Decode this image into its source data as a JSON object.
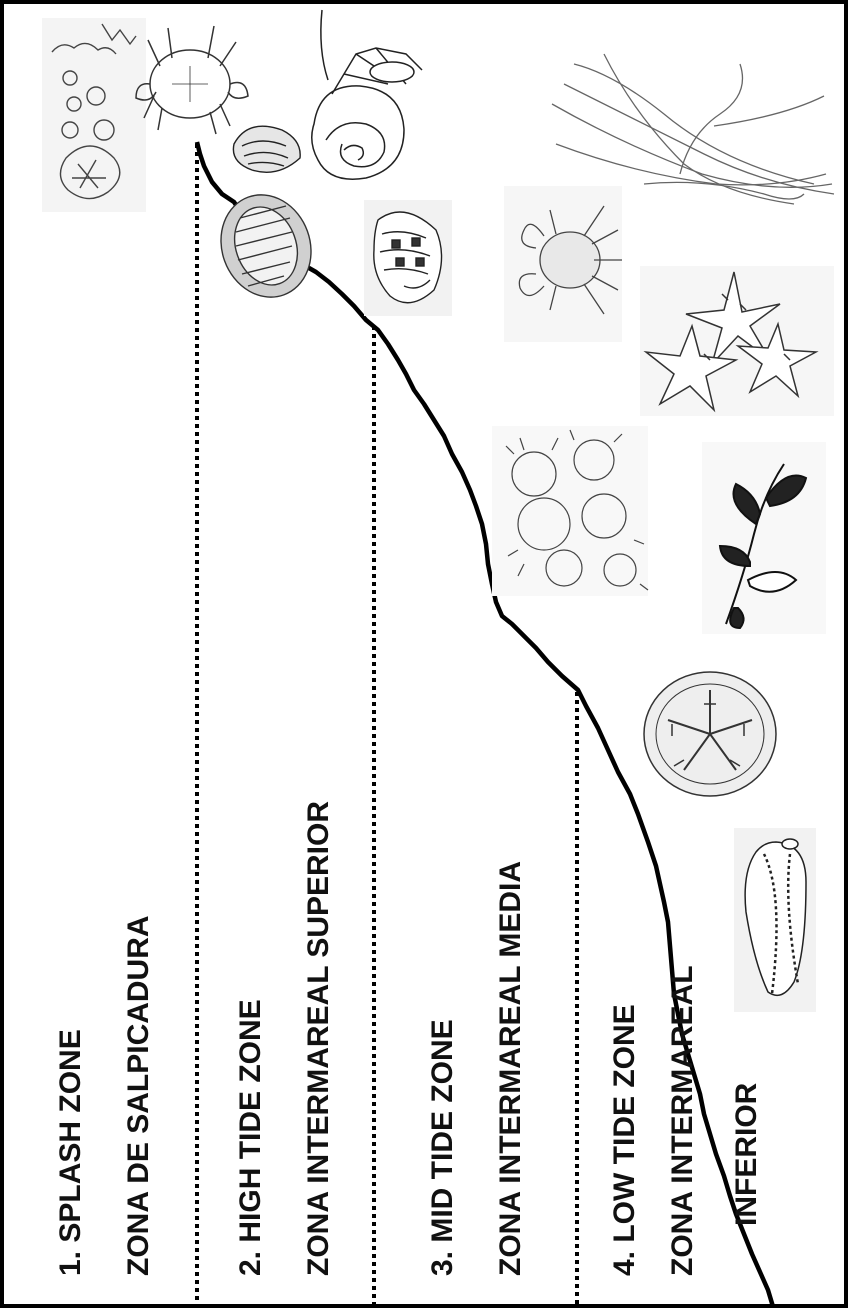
{
  "zones": [
    {
      "number": "1.",
      "english": "SPLASH ZONE",
      "spanish": "ZONA DE SALPICADURA"
    },
    {
      "number": "2.",
      "english": "HIGH TIDE ZONE",
      "spanish": "ZONA  INTERMAREAL SUPERIOR"
    },
    {
      "number": "3.",
      "english": "MID TIDE ZONE",
      "spanish": "ZONA  INTERMAREAL MEDIA"
    },
    {
      "number": "4.",
      "english": "LOW TIDE ZONE",
      "spanish_line1": "ZONA  INTERMAREAL",
      "spanish_line2": "INFERIOR"
    }
  ],
  "labels": {
    "z1_en": "1. SPLASH ZONE",
    "z1_es": "ZONA DE SALPICADURA",
    "z2_en": "2. HIGH TIDE ZONE",
    "z2_es": "ZONA  INTERMAREAL SUPERIOR",
    "z3_en": "3. MID TIDE ZONE",
    "z3_es": "ZONA  INTERMAREAL MEDIA",
    "z4_en": "4. LOW TIDE ZONE",
    "z4_es1": "ZONA  INTERMAREAL",
    "z4_es2": "INFERIOR"
  },
  "organisms": [
    "barnacles",
    "crab",
    "mussel",
    "hermit-crab",
    "sea-grass",
    "chiton",
    "snail",
    "shore-crab",
    "sea-stars",
    "sea-anemones",
    "seaweed",
    "sand-dollar",
    "sea-cucumber"
  ],
  "colors": {
    "ink": "#000000",
    "background": "#ffffff"
  }
}
